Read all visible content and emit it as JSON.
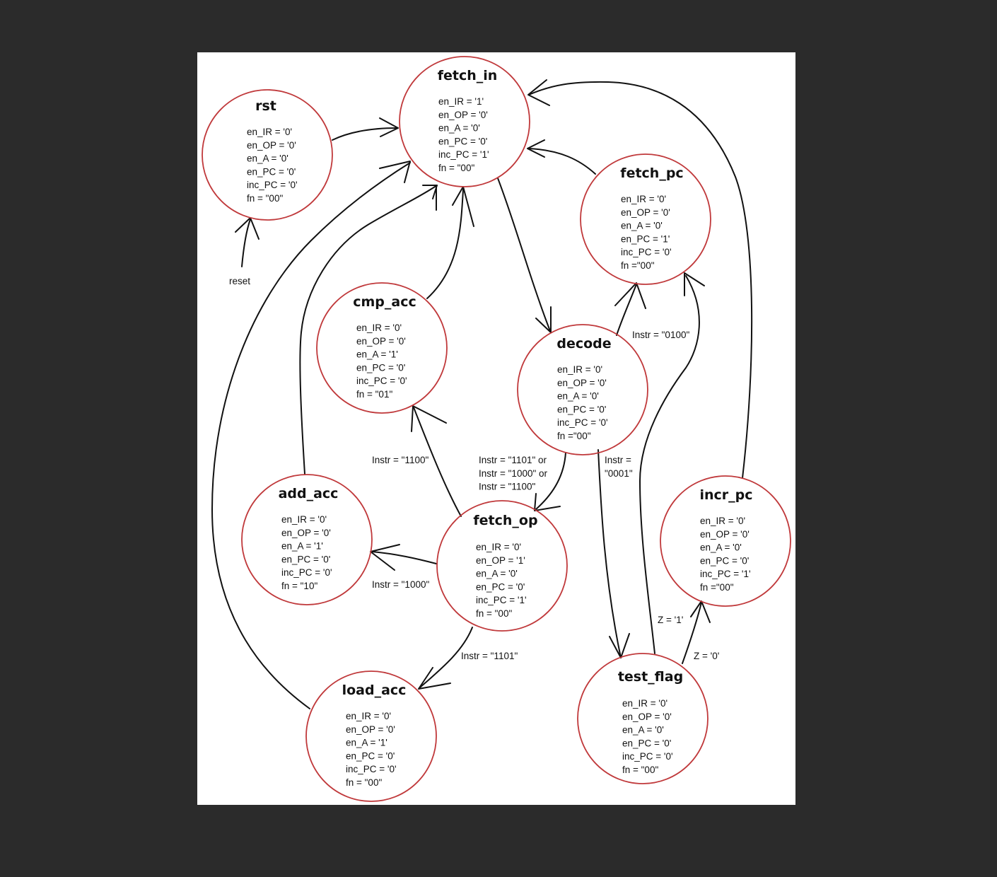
{
  "states": {
    "fetch_in": {
      "name": "fetch_in",
      "outputs": [
        "en_IR = '1'",
        "en_OP = '0'",
        "en_A = '0'",
        "en_PC = '0'",
        "inc_PC = '1'",
        "fn = \"00\""
      ]
    },
    "rst": {
      "name": "rst",
      "outputs": [
        "en_IR = '0'",
        "en_OP = '0'",
        "en_A = '0'",
        "en_PC = '0'",
        "inc_PC = '0'",
        "fn = \"00\""
      ]
    },
    "fetch_pc": {
      "name": "fetch_pc",
      "outputs": [
        "en_IR = '0'",
        "en_OP = '0'",
        "en_A = '0'",
        "en_PC = '1'",
        "inc_PC = '0'",
        "fn =\"00\""
      ]
    },
    "cmp_acc": {
      "name": "cmp_acc",
      "outputs": [
        "en_IR = '0'",
        "en_OP = '0'",
        "en_A = '1'",
        "en_PC = '0'",
        "inc_PC = '0'",
        "fn = \"01\""
      ]
    },
    "decode": {
      "name": "decode",
      "outputs": [
        "en_IR = '0'",
        "en_OP = '0'",
        "en_A = '0'",
        "en_PC = '0'",
        "inc_PC = '0'",
        "fn =\"00\""
      ]
    },
    "add_acc": {
      "name": "add_acc",
      "outputs": [
        "en_IR = '0'",
        "en_OP = '0'",
        "en_A = '1'",
        "en_PC = '0'",
        "inc_PC = '0'",
        "fn = \"10\""
      ]
    },
    "fetch_op": {
      "name": "fetch_op",
      "outputs": [
        "en_IR = '0'",
        "en_OP = '1'",
        "en_A = '0'",
        "en_PC = '0'",
        "inc_PC = '1'",
        "fn = \"00\""
      ]
    },
    "incr_pc": {
      "name": "incr_pc",
      "outputs": [
        "en_IR = '0'",
        "en_OP = '0'",
        "en_A = '0'",
        "en_PC = '0'",
        "inc_PC = '1'",
        "fn =\"00\""
      ]
    },
    "load_acc": {
      "name": "load_acc",
      "outputs": [
        "en_IR = '0'",
        "en_OP = '0'",
        "en_A = '1'",
        "en_PC = '0'",
        "inc_PC = '0'",
        "fn = \"00\""
      ]
    },
    "test_flag": {
      "name": "test_flag",
      "outputs": [
        "en_IR = '0'",
        "en_OP = '0'",
        "en_A = '0'",
        "en_PC = '0'",
        "inc_PC = '0'",
        "fn = \"00\""
      ]
    }
  },
  "edge_labels": {
    "reset": "reset",
    "decode_to_fetch_pc": "Instr = \"0100\"",
    "fetch_op_to_cmp_acc": "Instr = \"1100\"",
    "decode_to_fetch_op": [
      "Instr = \"1101\" or",
      "Instr = \"1000\" or",
      "Instr = \"1100\""
    ],
    "decode_to_test_flag": [
      "Instr =",
      "\"0001\""
    ],
    "fetch_op_to_add_acc": "Instr = \"1000\"",
    "fetch_op_to_load_acc": "Instr = \"1101\"",
    "test_flag_to_fetch_pc": "Z = '1'",
    "test_flag_to_incr_pc": "Z = '0'"
  },
  "colors": {
    "background": "#2b2b2b",
    "paper": "#ffffff",
    "state_outline": "#c0393b",
    "ink": "#111111"
  }
}
